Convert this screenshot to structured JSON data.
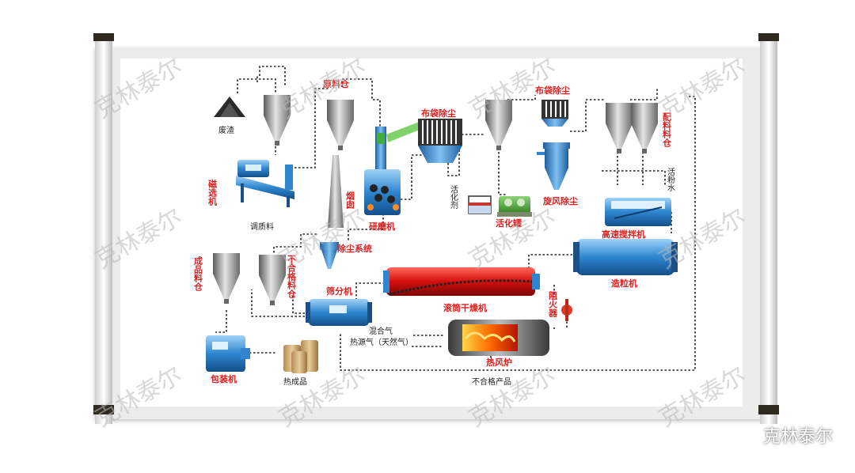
{
  "labels": {
    "slag": "废渣",
    "magnetic_separator": "磁选机",
    "aging_silo": "调质料",
    "raw_silo": "原料仓",
    "chimney": "烟囱",
    "grinder": "研磨机",
    "bag_dust_top": "布袋除尘",
    "bag_dust_right": "布袋除尘",
    "activator": "活化剂",
    "activation_pot": "活化罐",
    "cyclone": "旋风除尘",
    "ingredient_silo": "配料料仓",
    "water": "活粉水",
    "high_speed_mixer": "高速搅拌机",
    "granulator": "造粒机",
    "dust_system": "除尘系统",
    "product_silo": "成品料仓",
    "reject_silo": "不合格料仓",
    "screener": "筛分机",
    "dryer": "滚筒干燥机",
    "flame_arrester": "阻火器",
    "mixed_gas": "混合气",
    "fuel_gas": "热源气（天然气）",
    "hot_air_furnace": "热风炉",
    "packer": "包装机",
    "bags": "热成品",
    "reject_return": "不合格产品"
  },
  "watermark": "克林泰尔",
  "brand": "克林泰尔",
  "colors": {
    "label_red": "#e02020",
    "equipment_blue": "#2e7fc9",
    "paper": "#ffffff",
    "scroll": "#f1f1f1"
  }
}
